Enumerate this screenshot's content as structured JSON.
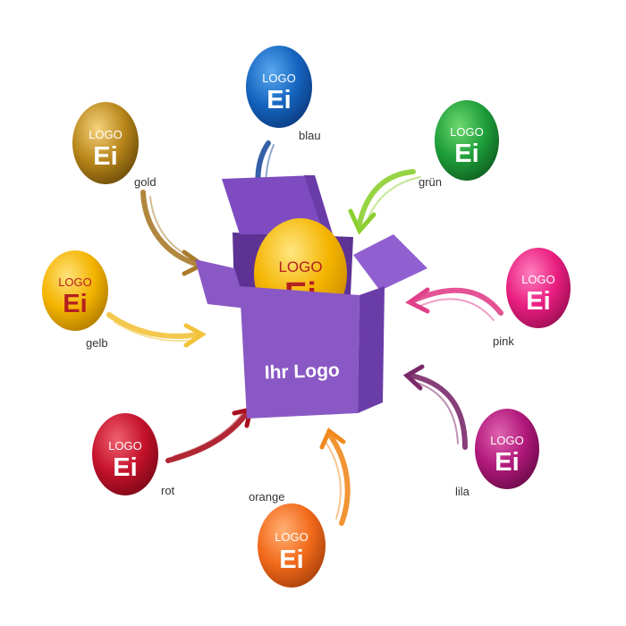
{
  "box": {
    "label": "Ihr Logo",
    "color": "#8a58c4"
  },
  "center_egg": {
    "logo": "LOGO",
    "ei": "Ei",
    "color": "#f4b400",
    "text_color": "#b32020"
  },
  "eggs": [
    {
      "key": "blau",
      "label": "blau",
      "logo": "LOGO",
      "ei": "Ei",
      "color": "#1565c0"
    },
    {
      "key": "gruen",
      "label": "grün",
      "logo": "LOGO",
      "ei": "Ei",
      "color": "#1e9e3a"
    },
    {
      "key": "pink",
      "label": "pink",
      "logo": "LOGO",
      "ei": "Ei",
      "color": "#e91e80"
    },
    {
      "key": "lila",
      "label": "lila",
      "logo": "LOGO",
      "ei": "Ei",
      "color": "#b0187a"
    },
    {
      "key": "orange",
      "label": "orange",
      "logo": "LOGO",
      "ei": "Ei",
      "color": "#f26a1b"
    },
    {
      "key": "rot",
      "label": "rot",
      "logo": "LOGO",
      "ei": "Ei",
      "color": "#c4122b"
    },
    {
      "key": "gelb",
      "label": "gelb",
      "logo": "LOGO",
      "ei": "Ei",
      "color": "#f4b400"
    },
    {
      "key": "gold",
      "label": "gold",
      "logo": "LOGO",
      "ei": "Ei",
      "color": "#b8861a"
    }
  ]
}
